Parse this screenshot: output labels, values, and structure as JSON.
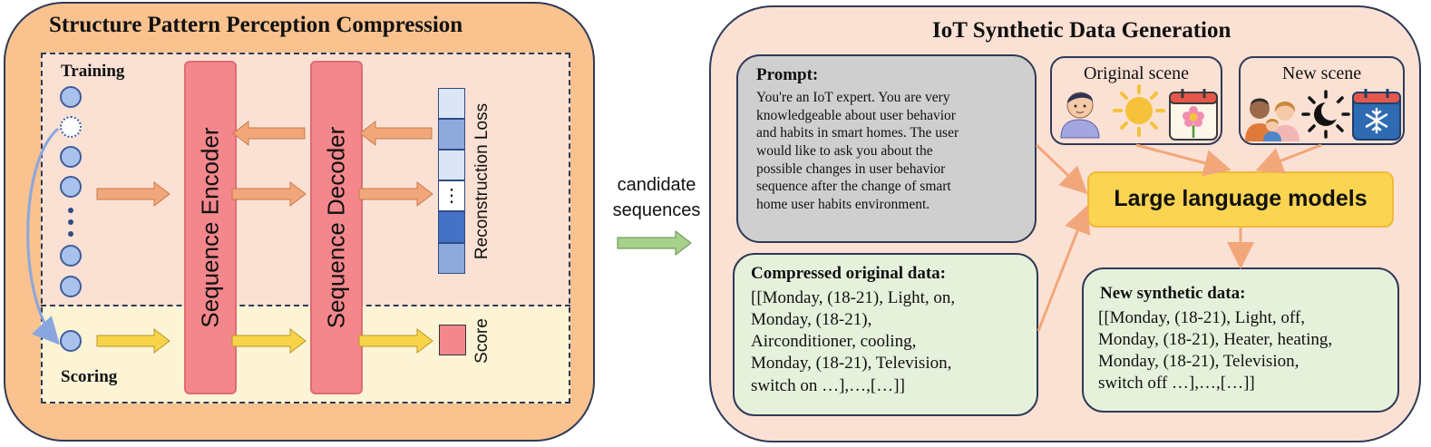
{
  "left_panel": {
    "title": "Structure Pattern Perception  Compression",
    "training_label": "Training",
    "scoring_label": "Scoring",
    "encoder_label": "Sequence Encoder",
    "decoder_label": "Sequence Decoder",
    "reconstruction_label": "Reconstruction Loss",
    "score_label": "Score",
    "ellipsis": "⋮"
  },
  "middle": {
    "label_line1": "candidate",
    "label_line2": "sequences"
  },
  "right_panel": {
    "title": "IoT Synthetic Data Generation",
    "prompt": {
      "title": "Prompt:",
      "lines": [
        "You're an IoT expert. You are very",
        "knowledgeable about user behavior",
        "and habits in smart homes. The user",
        "would like to ask you about the",
        "possible changes in user behavior",
        "sequence after the change of smart",
        "home user habits environment."
      ]
    },
    "original_scene": {
      "title": "Original scene"
    },
    "new_scene": {
      "title": "New scene"
    },
    "llm_label": "Large language models",
    "compressed": {
      "title": "Compressed original data:",
      "lines": [
        "[[Monday, (18-21), Light, on,",
        "Monday, (18-21),",
        "Airconditioner, cooling,",
        "Monday, (18-21), Television,",
        "switch on …],…,[…]]"
      ]
    },
    "synthetic": {
      "title": "New synthetic data:",
      "lines": [
        "[[Monday, (18-21), Light, off,",
        "Monday, (18-21), Heater, heating,",
        "Monday, (18-21), Television,",
        "switch off …],…,[…]]"
      ]
    }
  },
  "colors": {
    "left_panel_fill": "#f9c28f",
    "right_panel_fill": "#fbe1d4",
    "block_fill": "#f4878c",
    "node_fill": "#a9c2ec",
    "llm_fill": "#fbd451",
    "data_box_fill": "#e6f1dc",
    "prompt_fill": "#cfcfd0",
    "arrow_orange": "#f2a77a",
    "arrow_yellow": "#f7d448",
    "arrow_green": "#a8d08d"
  }
}
